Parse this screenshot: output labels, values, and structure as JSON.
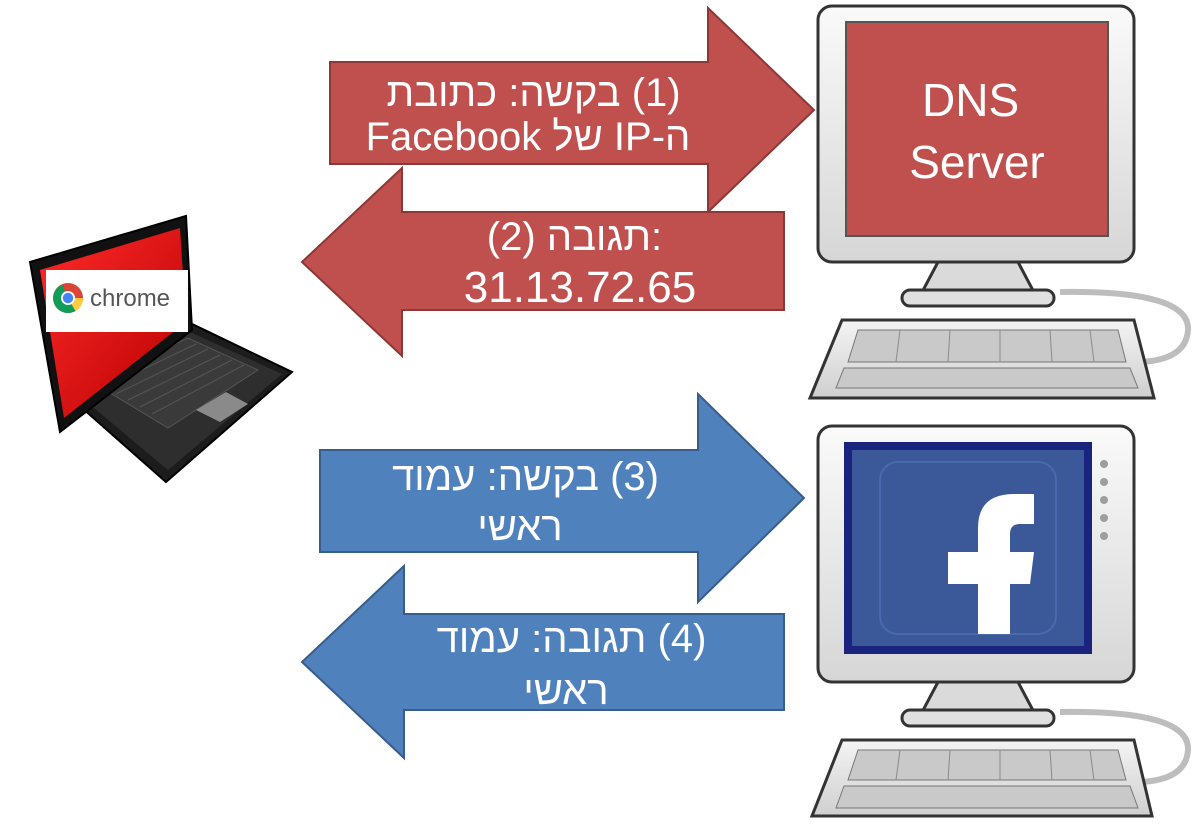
{
  "arrows": [
    {
      "lines": [
        "(1) בקשה: כתובת",
        "ה-IP של Facebook"
      ],
      "direction": "right",
      "color": "#c0504d"
    },
    {
      "lines": [
        "(2) תגובה:",
        "31.13.72.65"
      ],
      "direction": "left",
      "color": "#c0504d"
    },
    {
      "lines": [
        "(3) בקשה: עמוד",
        "ראשי"
      ],
      "direction": "right",
      "color": "#4f81bd"
    },
    {
      "lines": [
        "(4) תגובה: עמוד",
        "ראשי"
      ],
      "direction": "left",
      "color": "#4f81bd"
    }
  ],
  "dns_server": {
    "lines": [
      "DNS",
      "Server"
    ],
    "screen_color": "#c0504d"
  },
  "facebook_server": {
    "logo": "f",
    "screen_color": "#3b5998",
    "bezel_color": "#1a237e"
  },
  "laptop": {
    "browser_label": "chrome",
    "wallpaper_color": "#d40000"
  },
  "icons": [
    "chrome-icon",
    "facebook-logo-icon",
    "laptop-icon",
    "desktop-computer-icon",
    "keyboard-icon"
  ]
}
